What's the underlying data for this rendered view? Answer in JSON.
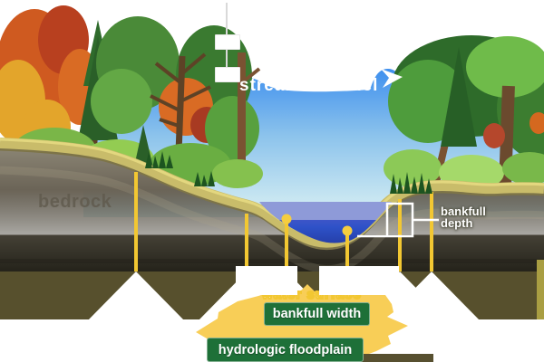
{
  "diagram": {
    "type": "stream channel and floodplain cross-section",
    "labels": {
      "bedrock": "bedrock",
      "bankfull_depth": "bankfull depth",
      "bankfull_width": "bankfull width",
      "hydrologic_floodplain": "hydrologic floodplain",
      "water_surface_partial": "water surface",
      "sky_label_partial": "stream channel"
    },
    "colors": {
      "marker_yellow": "#f2c732",
      "callout_yellow": "#f8ce57",
      "label_green": "#1e7038",
      "sky_blue_top": "#3e8fee",
      "sky_pale": "#d9f0f3",
      "water_lavender": "#8e9ad8",
      "water_blue": "#2e52c8",
      "bedrock_gray": "#57524a",
      "soil_tan": "#c9bc6a",
      "band_olive": "#57502d",
      "label_text": "#ffffff"
    }
  }
}
